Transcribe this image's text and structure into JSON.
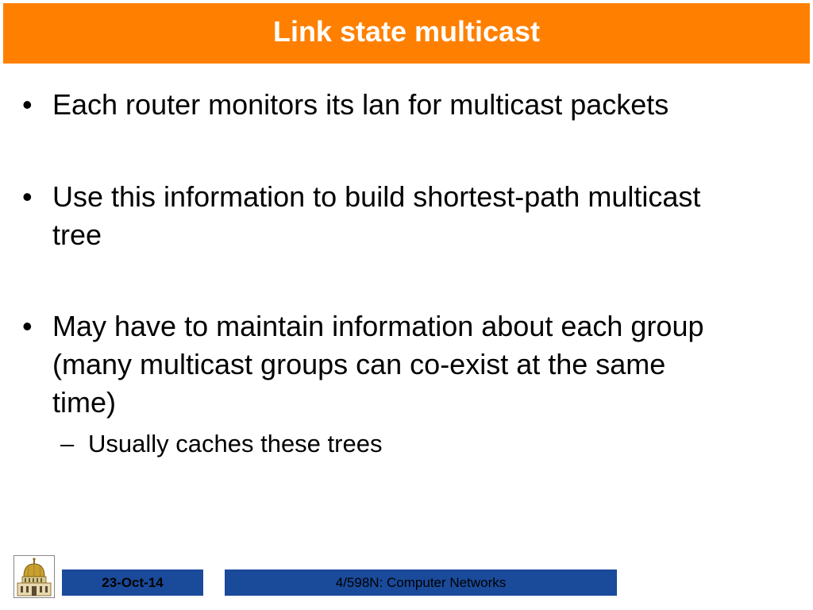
{
  "slide": {
    "title": "Link state multicast",
    "bullets": [
      {
        "marker": "•",
        "lines": [
          "Each router monitors its lan for multicast packets"
        ]
      },
      {
        "marker": "•",
        "lines": [
          "Use this information to build shortest-path multicast",
          "tree"
        ]
      },
      {
        "marker": "•",
        "lines": [
          "May have to maintain information about each group",
          "(many multicast groups can co-exist at the same",
          "time)"
        ]
      }
    ],
    "sub_bullets": [
      {
        "marker": "–",
        "text": "Usually caches these trees"
      }
    ]
  },
  "footer": {
    "date": "23-Oct-14",
    "course": "4/598N: Computer Networks",
    "logo_icon": "golden-dome-icon"
  },
  "colors": {
    "title_bar": "#ff8000",
    "title_text": "#ffffff",
    "footer_box": "#1a4a9a",
    "dome_gold": "#c8a030"
  }
}
